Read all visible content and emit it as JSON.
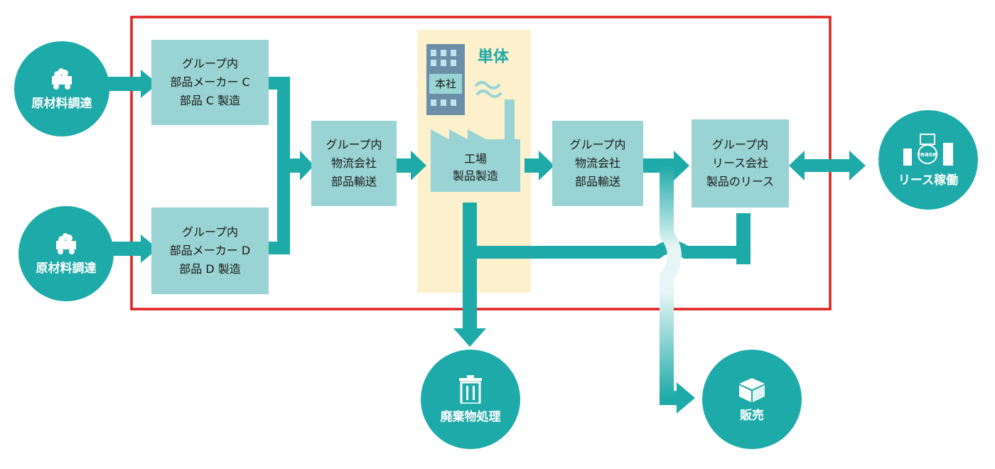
{
  "colors": {
    "teal": "#1eaaa8",
    "box": "#99d3d3",
    "boundary": "#e02020",
    "standalone_bg": "#fcf1cc"
  },
  "nodes": {
    "raw1": {
      "label": "原材料調達",
      "icon": "ore-cart-icon"
    },
    "raw2": {
      "label": "原材料調達",
      "icon": "ore-cart-icon"
    },
    "maker_c": {
      "lines": [
        "グループ内",
        "部品メーカー C",
        "部品 C 製造"
      ]
    },
    "maker_d": {
      "lines": [
        "グループ内",
        "部品メーカー D",
        "部品 D 製造"
      ]
    },
    "logistics1": {
      "lines": [
        "グループ内",
        "物流会社",
        "部品輸送"
      ]
    },
    "standalone": {
      "label": "単体"
    },
    "hq": {
      "label": "本社",
      "icon": "building-icon"
    },
    "factory": {
      "lines": [
        "工場",
        "製品製造"
      ],
      "icon": "factory-icon"
    },
    "logistics2": {
      "lines": [
        "グループ内",
        "物流会社",
        "部品輸送"
      ]
    },
    "lease_co": {
      "lines": [
        "グループ内",
        "リース会社",
        "製品のリース"
      ]
    },
    "lease_op": {
      "label": "リース稼働",
      "icon": "lease-equipment-icon",
      "icon_text": "lease"
    },
    "waste": {
      "label": "廃棄物処理",
      "icon": "trash-can-icon"
    },
    "sales": {
      "label": "販売",
      "icon": "box-icon"
    }
  }
}
